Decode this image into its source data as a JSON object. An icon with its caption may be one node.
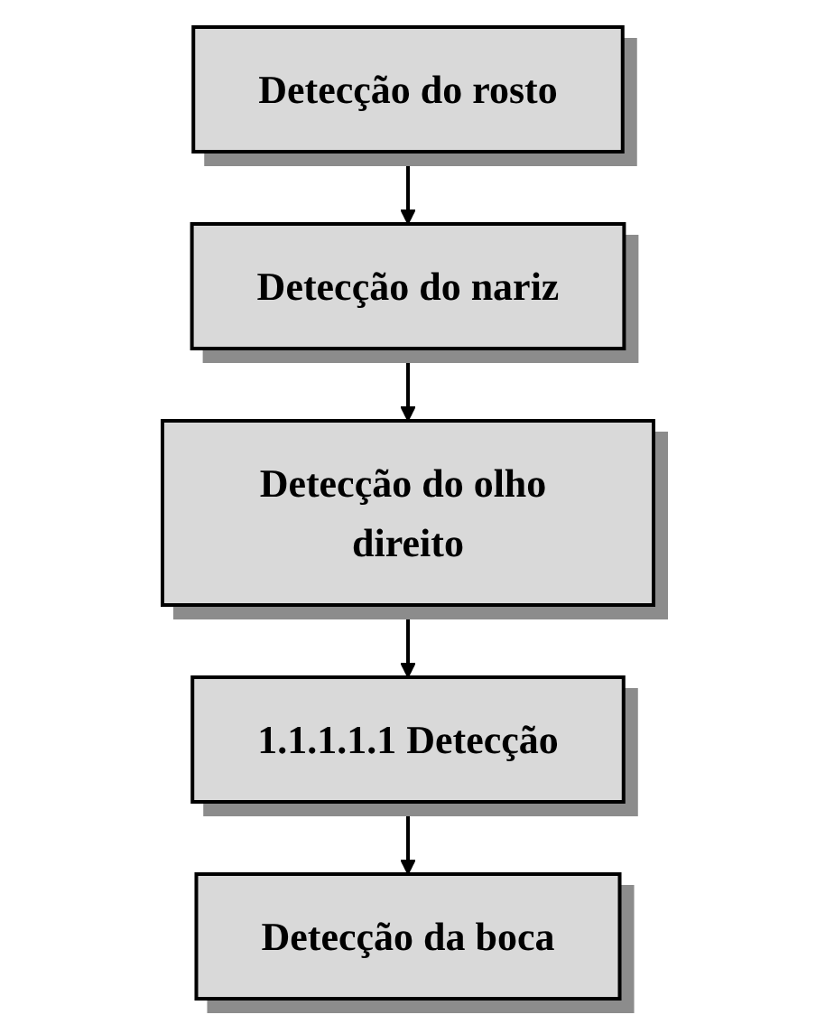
{
  "diagram": {
    "nodes": [
      {
        "text": [
          "Detecção do rosto"
        ]
      },
      {
        "text": [
          "Detecção do nariz"
        ]
      },
      {
        "text": [
          "Detecção do olho direito"
        ]
      },
      {
        "text": [
          "1.1.1.1.1 Detecção"
        ]
      },
      {
        "text": [
          "Detecção da boca"
        ]
      }
    ],
    "edges": [
      {
        "from": 0,
        "to": 1,
        "arrow": "to"
      },
      {
        "from": 1,
        "to": 2,
        "arrow": "to"
      },
      {
        "from": 2,
        "to": 3,
        "arrow": "to"
      },
      {
        "from": 3,
        "to": 4,
        "arrow": "to"
      }
    ]
  }
}
